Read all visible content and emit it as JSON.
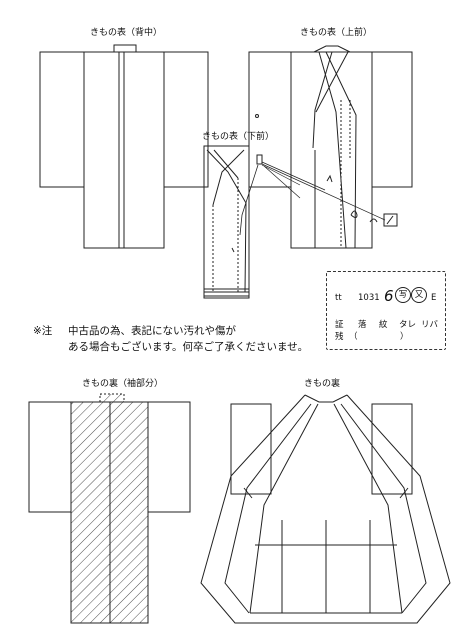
{
  "diagrams": {
    "front_back": "きもの表（背中）",
    "front_top": "きもの表（上前）",
    "front_bottom": "きもの表（下前）",
    "lining_sleeve": "きもの裏（袖部分）",
    "lining": "きもの裏"
  },
  "notice": {
    "mark": "※注",
    "line1": "中古品の為、表記にない汚れや傷が",
    "line2": "ある場合もございます。何卒ご了承くださいませ。"
  },
  "tag": {
    "prefix": "tt",
    "number": "1031",
    "handwritten": "6",
    "circled_1": "写",
    "circled_2": "又",
    "suffix": "E",
    "row_labels": [
      "証",
      "落",
      "紋",
      "タレ",
      "リバ"
    ],
    "row2_label": "残",
    "row2_value": "（　　　　　）"
  },
  "colors": {
    "line": "#222222",
    "background": "#ffffff"
  }
}
